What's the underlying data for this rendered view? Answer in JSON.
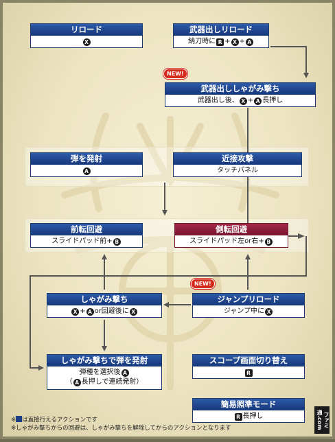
{
  "cards": {
    "reload": {
      "title": "リロード"
    },
    "weapon_reload": {
      "title": "武器出しリロード",
      "pre": "納刀時に",
      "plus": "+"
    },
    "weapon_crouch": {
      "title": "武器出ししゃがみ撃ち",
      "pre": "武器出し後、",
      "plus": "+",
      "post": "長押し"
    },
    "fire": {
      "title": "弾を発射"
    },
    "melee": {
      "title": "近接攻撃",
      "body": "タッチパネル"
    },
    "forward_roll": {
      "title": "前転回避",
      "pre": "スライドパッド前+"
    },
    "side_roll": {
      "title": "側転回避",
      "pre": "スライドパッド左or右+"
    },
    "crouch_shot": {
      "title": "しゃがみ撃ち",
      "plus": "+",
      "mid": "or回避後に"
    },
    "jump_reload": {
      "title": "ジャンプリロード",
      "pre": "ジャンプ中に"
    },
    "crouch_fire": {
      "title": "しゃがみ撃ちで弾を発射",
      "line1": "弾種を選択後",
      "line2_pre": "（",
      "line2_post": "長押しで連続発射）"
    },
    "scope": {
      "title": "スコープ画面切り替え"
    },
    "easy_aim": {
      "title": "簡易照準モード",
      "post": "長押し"
    }
  },
  "buttons": {
    "x": "X",
    "a": "A",
    "b": "B",
    "r": "R"
  },
  "badges": {
    "new": "NEW!"
  },
  "notes": {
    "line1_pre": "※",
    "line1_post": "は直接行えるアクションです",
    "line2": "※しゃがみ撃ちからの回避は、しゃがみ撃ちを解除してからのアクションとなります"
  },
  "watermark": "ファミ通.com",
  "colors": {
    "header_blue": "#1d3f86",
    "header_red": "#8a1c38",
    "badge_red": "#d42a1c",
    "arrow": "#555555"
  }
}
